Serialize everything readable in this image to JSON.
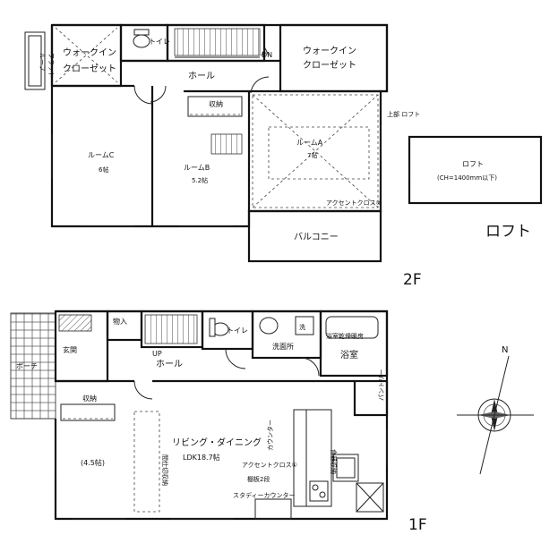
{
  "floor2": {
    "title": "2F",
    "rooms": {
      "walk_in_left": [
        "ウォークイン",
        "クローゼット"
      ],
      "flat_roof": [
        "フラット",
        "ルーフ"
      ],
      "toilet": "トイレ",
      "hall": "ホール",
      "dn": "DN",
      "walk_in_right": [
        "ウォークイン",
        "クローゼット"
      ],
      "room_c": {
        "name": "ルームC",
        "size": "6帖"
      },
      "storage": "収納",
      "room_b": {
        "name": "ルームB",
        "size": "5.2帖"
      },
      "room_a": {
        "name": "ルームA",
        "size": "7帖"
      },
      "accent_cloth": "アクセントクロス②",
      "balcony": "バルコニー",
      "ceiling_note": "上部 ロフト"
    }
  },
  "loft": {
    "title": "ロフト",
    "room": "ロフト",
    "note": "(CH=1400mm以下)"
  },
  "floor1": {
    "title": "1F",
    "rooms": {
      "storage_in": "物入",
      "entrance": "玄関",
      "porch": "ポーチ",
      "toilet": "トイレ",
      "washroom": "洗面所",
      "bath_dryer": "浴室乾燥暖房",
      "bathroom": "浴室",
      "washer": "洗",
      "up": "UP",
      "hall": "ホール",
      "pantry": "パントリー",
      "storage": "収納",
      "tatami": "(4.5帖)",
      "partition": "間仕切収納",
      "ldk": {
        "name": "リビング・ダイニング",
        "size": "LDK18.7帖"
      },
      "counter": "カウンター",
      "accent_cloth": "アクセントクロス①",
      "shelf": "棚板2段",
      "study_counter": "スタディーカウンター",
      "dish_storage": "食器収納"
    }
  },
  "compass": {
    "north": "N"
  }
}
